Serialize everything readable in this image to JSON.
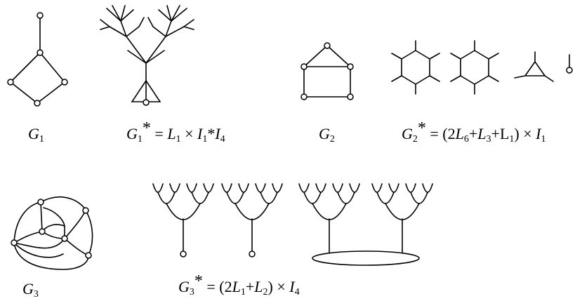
{
  "captions": {
    "g1": {
      "base": "G",
      "sub": "1"
    },
    "g1star": {
      "base": "G",
      "sub": "1",
      "sup": "*",
      "rhs_a": " = ",
      "L": "L",
      "Lsub": "1",
      "times": " × ",
      "I": "I",
      "Isub": "1",
      "op": "*",
      "I2": "I",
      "I2sub": "4"
    },
    "g2": {
      "base": "G",
      "sub": "2"
    },
    "g2star": {
      "base": "G",
      "sub": "2",
      "sup": "*",
      "rhs_a": " = (2",
      "L6": "L",
      "L6sub": "6",
      "plus1": "+",
      "L3": "L",
      "L3sub": "3",
      "plus2": "+L",
      "L1sub": "1",
      "close": ") × ",
      "I": "I",
      "Isub": "1"
    },
    "g3": {
      "base": "G",
      "sub": "3"
    },
    "g3star": {
      "base": "G",
      "sub": "3",
      "sup": "*",
      "rhs_a": " = (2",
      "L1": "L",
      "L1sub": "1",
      "plus": "+",
      "L2": "L",
      "L2sub": "2",
      "close": ") × ",
      "I": "I",
      "Isub": "4"
    }
  }
}
